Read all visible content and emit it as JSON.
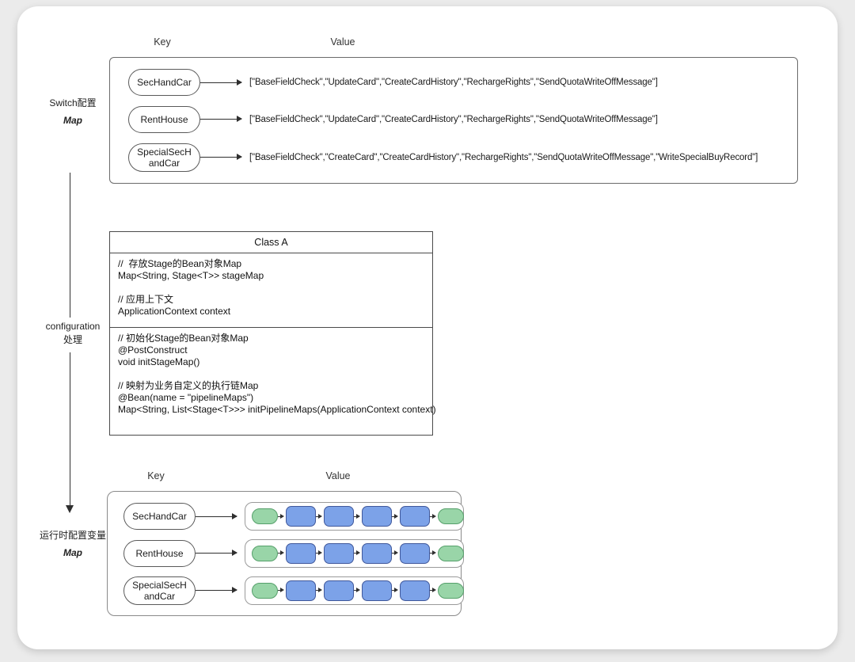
{
  "colors": {
    "page_bg": "#ebebeb",
    "card_bg": "#ffffff",
    "line": "#2f2f2f",
    "stage_green_fill": "#99d5a8",
    "stage_green_border": "#56a06b",
    "stage_blue_fill": "#7ca2e8",
    "stage_blue_border": "#40589b"
  },
  "top_map": {
    "side_label_line1": "Switch配置",
    "side_label_line2": "Map",
    "key_header": "Key",
    "value_header": "Value",
    "rows": [
      {
        "key": "SecHandCar",
        "value": "[\"BaseFieldCheck\",\"UpdateCard\",\"CreateCardHistory\",\"RechargeRights\",\"SendQuotaWriteOffMessage\"]"
      },
      {
        "key": "RentHouse",
        "value": "[\"BaseFieldCheck\",\"UpdateCard\",\"CreateCardHistory\",\"RechargeRights\",\"SendQuotaWriteOffMessage\"]"
      },
      {
        "key": "SpecialSecH\nandCar",
        "value": "[\"BaseFieldCheck\",\"CreateCard\",\"CreateCardHistory\",\"RechargeRights\",\"SendQuotaWriteOffMessage\",\"WriteSpecialBuyRecord\"]"
      }
    ]
  },
  "process_label": {
    "line1": "configuration",
    "line2": "处理"
  },
  "class_box": {
    "title": "Class A",
    "fields": [
      "//  存放Stage的Bean对象Map",
      "Map<String, Stage<T>> stageMap",
      "",
      "// 应用上下文",
      "ApplicationContext context"
    ],
    "methods": [
      "// 初始化Stage的Bean对象Map",
      "@PostConstruct",
      "void initStageMap()",
      "",
      "// 映射为业务自定义的执行链Map",
      "@Bean(name = \"pipelineMaps\")",
      "Map<String, List<Stage<T>>> initPipelineMaps(ApplicationContext context)"
    ]
  },
  "runtime_map": {
    "side_label_line1": "运行时配置变量",
    "side_label_line2": "Map",
    "key_header": "Key",
    "value_header": "Value",
    "rows": [
      {
        "key": "SecHandCar",
        "chain": [
          "green",
          "blue",
          "blue",
          "blue",
          "blue",
          "green"
        ]
      },
      {
        "key": "RentHouse",
        "chain": [
          "green",
          "blue",
          "blue",
          "blue",
          "blue",
          "green"
        ]
      },
      {
        "key": "SpecialSecH\nandCar",
        "chain": [
          "green",
          "blue",
          "blue",
          "blue",
          "blue",
          "green"
        ]
      }
    ]
  }
}
